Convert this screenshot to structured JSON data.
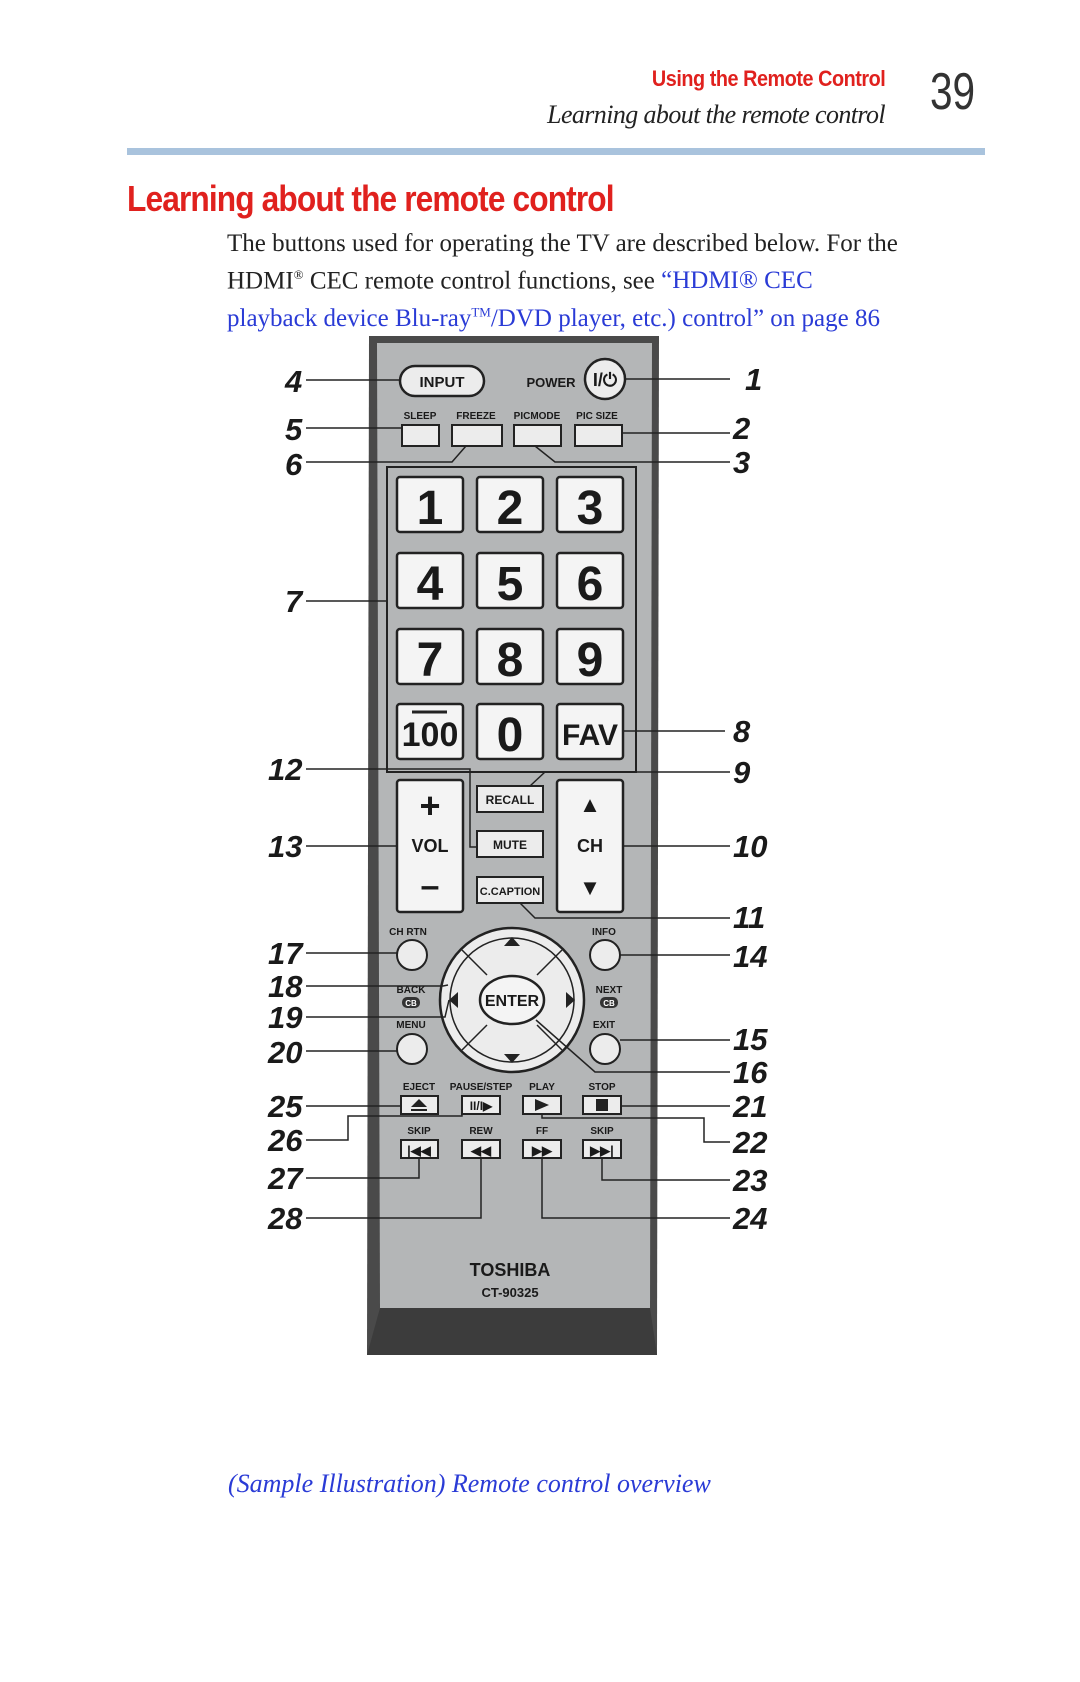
{
  "header": {
    "section": "Using the Remote Control",
    "subsection": "Learning about the remote control",
    "page_number": "39"
  },
  "heading": "Learning about the remote control",
  "body": {
    "line1": "The buttons used for operating the TV are described below. For the",
    "line2_a": "HDMI",
    "line2_reg": "®",
    "line2_b": " CEC remote control functions, see ",
    "link_a": "“HDMI® CEC",
    "link_b": "playback device Blu-ray",
    "link_tm": "TM",
    "link_c": "/DVD player, etc.) control”",
    "link_page": " on page 86"
  },
  "caption": "(Sample Illustration) Remote control overview",
  "remote": {
    "brand": "TOSHIBA",
    "model": "CT-90325",
    "buttons": {
      "input": "INPUT",
      "power": "POWER",
      "sleep": "SLEEP",
      "freeze": "FREEZE",
      "picmode": "PICMODE",
      "picsize": "PIC SIZE",
      "d1": "1",
      "d2": "2",
      "d3": "3",
      "d4": "4",
      "d5": "5",
      "d6": "6",
      "d7": "7",
      "d8": "8",
      "d9": "9",
      "d100": "100",
      "d0": "0",
      "fav": "FAV",
      "vol_plus": "+",
      "vol": "VOL",
      "vol_minus": "–",
      "recall": "RECALL",
      "mute": "MUTE",
      "ccaption": "C.CAPTION",
      "ch_up": "▲",
      "ch": "CH",
      "ch_down": "▼",
      "chrtn": "CH RTN",
      "info": "INFO",
      "back": "BACK",
      "next": "NEXT",
      "enter": "ENTER",
      "menu": "MENU",
      "exit": "EXIT",
      "eject": "EJECT",
      "pausestep": "PAUSE/STEP",
      "play": "PLAY",
      "stop": "STOP",
      "skip_l": "SKIP",
      "rew": "REW",
      "ff": "FF",
      "skip_r": "SKIP",
      "cb": "CB"
    },
    "callouts": [
      "1",
      "2",
      "3",
      "4",
      "5",
      "6",
      "7",
      "8",
      "9",
      "10",
      "11",
      "12",
      "13",
      "14",
      "15",
      "16",
      "17",
      "18",
      "19",
      "20",
      "21",
      "22",
      "23",
      "24",
      "25",
      "26",
      "27",
      "28"
    ]
  }
}
